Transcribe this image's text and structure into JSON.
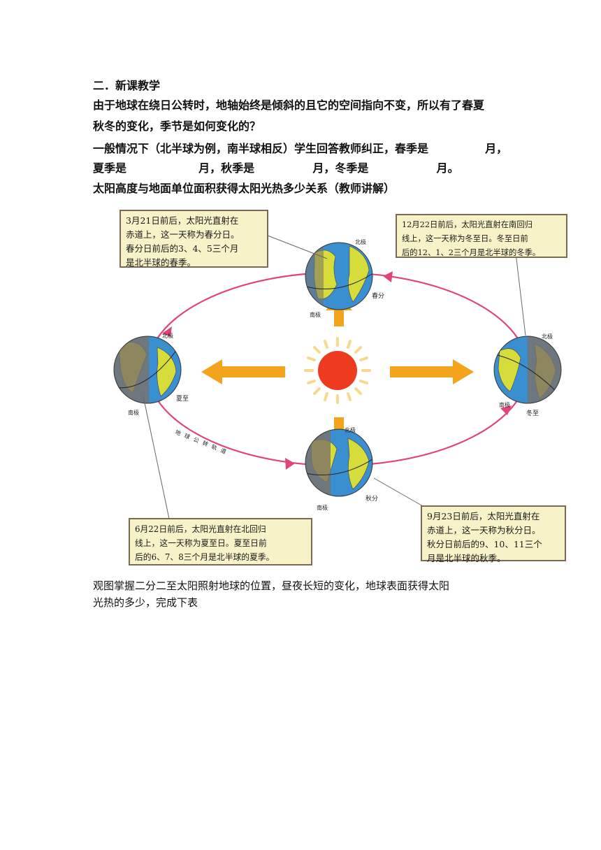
{
  "section_heading": "二．新课教学",
  "intro_line1": "由于地球在绕日公转时，地轴始终是倾斜的且它的空间指向不变，所以有了春夏",
  "intro_line2": "秋冬的变化，季节是如何变化的？",
  "season_q_line1": {
    "text": "一般情况下（北半球为例，南半球相反）学生回答教师纠正，春季是",
    "blank_suffix": "月，"
  },
  "season_q_line2": {
    "summer": "夏季是",
    "autumn": "月，秋季是",
    "winter": "月，冬季是",
    "end1": "月，",
    "end2": "月。"
  },
  "sun_height_line": "太阳高度与地面单位面积获得太阳光热多少关系（教师讲解）",
  "figure": {
    "box_spring": "3月21日前后，太阳光直射在\n赤道上，这一天称为春分日。\n春分日前后的3、4、5三个月\n是北半球的春季。",
    "box_winter": "12月22日前后，太阳光直射在南回归\n线上，这一天称为冬至日。冬至日前\n后的12、1、2三个月是北半球的冬季。",
    "box_summer": "6月22日前后，太阳光直射在北回归\n线上，这一天称为夏至日。夏至日前\n后的6、7、8三个月是北半球的夏季。",
    "box_autumn": "9月23日前后，太阳光直射在\n赤道上，这一天称为秋分日。\n秋分日前后的9、10、11三个\n月是北半球的秋季。",
    "north_pole": "北极",
    "south_pole": "南极",
    "label_chunfen": "春分",
    "label_xiazhi": "夏至",
    "label_qiufen": "秋分",
    "label_dongzhi": "冬至",
    "orbit_label": "地球公转轨道",
    "colors": {
      "ocean": "#3a8fd0",
      "land": "#d6dc3a",
      "night": "#7a7068",
      "orbit": "#e0457a",
      "sun": "#ee3a1e",
      "arrow": "#f3a31c",
      "box_bg": "#f8f2c8"
    }
  },
  "observe_line1": "观图掌握二分二至太阳照射地球的位置，昼夜长短的变化，地球表面获得太阳",
  "observe_line2": "光热的多少，完成下表"
}
